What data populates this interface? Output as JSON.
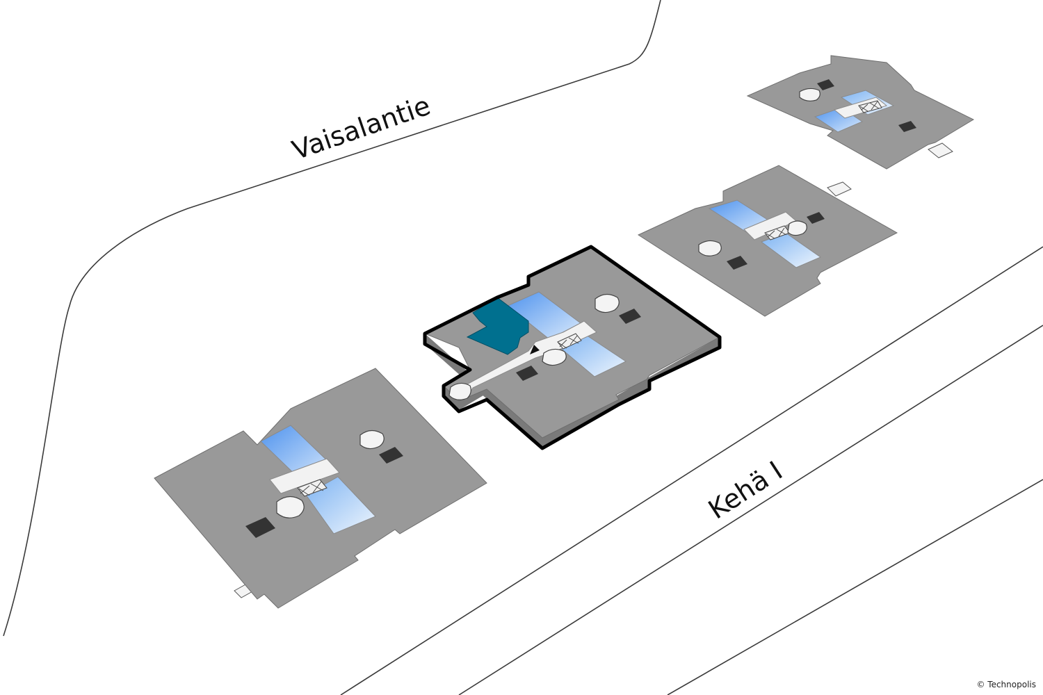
{
  "roads": {
    "vaisalantie": "Vaisalantie",
    "keha": "Kehä I"
  },
  "copyright": "© Technopolis",
  "colors": {
    "background": "#ffffff",
    "building": "#999999",
    "atrium_light": "#cfe3fb",
    "atrium_blue": "#5d9ff0",
    "highlight": "#00708f",
    "shaft": "#333333"
  },
  "icons": [
    "you-are-here-icon",
    "elevator-icon",
    "stair-icon"
  ]
}
